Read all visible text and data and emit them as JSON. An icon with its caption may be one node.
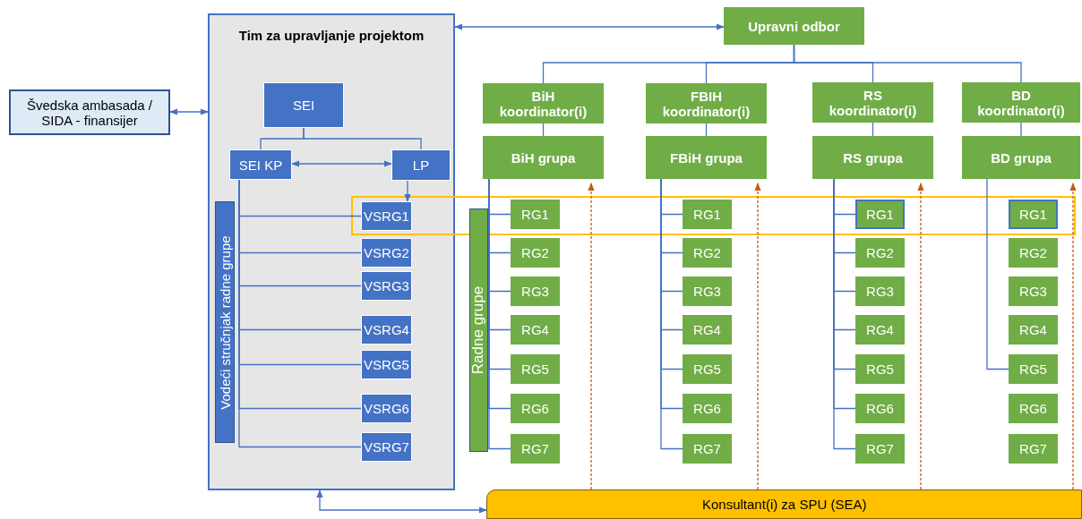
{
  "diagram": {
    "nodes": [
      {
        "text": [
          "Švedska ambasada / SIDA - finansijer"
        ]
      },
      {
        "text": [
          "Tim za upravljanje projektom"
        ]
      },
      {
        "text": [
          "SEI"
        ],
        "in": 1
      },
      {
        "text": [
          "SEI KP"
        ],
        "in": 1
      },
      {
        "text": [
          "LP"
        ],
        "in": 1
      },
      {
        "text": [
          "Vodeći stručnjak radne grupe"
        ],
        "in": 1
      },
      {
        "text": [
          "VSRG1"
        ],
        "in": 1
      },
      {
        "text": [
          "VSRG2"
        ],
        "in": 1
      },
      {
        "text": [
          "VSRG3"
        ],
        "in": 1
      },
      {
        "text": [
          "VSRG4"
        ],
        "in": 1
      },
      {
        "text": [
          "VSRG5"
        ],
        "in": 1
      },
      {
        "text": [
          "VSRG6"
        ],
        "in": 1
      },
      {
        "text": [
          "VSRG7"
        ],
        "in": 1
      },
      {
        "text": [
          "Upravni odbor"
        ]
      },
      {
        "text": [
          "BiH koordinator(i)"
        ]
      },
      {
        "text": [
          "BiH grupa"
        ]
      },
      {
        "text": [
          "FBIH koordinator(i)"
        ]
      },
      {
        "text": [
          "FBiH grupa"
        ]
      },
      {
        "text": [
          "RS koordinator(i)"
        ]
      },
      {
        "text": [
          "RS grupa"
        ]
      },
      {
        "text": [
          "BD koordinator(i)"
        ]
      },
      {
        "text": [
          "BD grupa"
        ]
      },
      {
        "text": [
          "Radne grupe"
        ]
      },
      {
        "text": [
          "RG1"
        ]
      },
      {
        "text": [
          "RG2"
        ]
      },
      {
        "text": [
          "RG3"
        ]
      },
      {
        "text": [
          "RG4"
        ]
      },
      {
        "text": [
          "RG5"
        ]
      },
      {
        "text": [
          "RG6"
        ]
      },
      {
        "text": [
          "RG7"
        ]
      },
      {
        "text": [
          "RG1"
        ]
      },
      {
        "text": [
          "RG2"
        ]
      },
      {
        "text": [
          "RG3"
        ]
      },
      {
        "text": [
          "RG4"
        ]
      },
      {
        "text": [
          "RG5"
        ]
      },
      {
        "text": [
          "RG6"
        ]
      },
      {
        "text": [
          "RG7"
        ]
      },
      {
        "text": [
          "RG1"
        ]
      },
      {
        "text": [
          "RG2"
        ]
      },
      {
        "text": [
          "RG3"
        ]
      },
      {
        "text": [
          "RG4"
        ]
      },
      {
        "text": [
          "RG5"
        ]
      },
      {
        "text": [
          "RG6"
        ]
      },
      {
        "text": [
          "RG7"
        ]
      },
      {
        "text": [
          "RG1"
        ]
      },
      {
        "text": [
          "RG2"
        ]
      },
      {
        "text": [
          "RG3"
        ]
      },
      {
        "text": [
          "RG4"
        ]
      },
      {
        "text": [
          "RG5"
        ]
      },
      {
        "text": [
          "RG6"
        ]
      },
      {
        "text": [
          "RG7"
        ]
      },
      {
        "text": [
          "Konsultant(i) za SPU (SEA)"
        ]
      }
    ],
    "edges": [
      {
        "from": 0,
        "to": 1,
        "arrow": "both"
      },
      {
        "from": 1,
        "to": 13,
        "arrow": "both"
      },
      {
        "from": 1,
        "to": 51,
        "arrow": "both"
      },
      {
        "from": 2,
        "to": 3,
        "arrow": "none"
      },
      {
        "from": 2,
        "to": 4,
        "arrow": "none"
      },
      {
        "from": 3,
        "to": 4,
        "arrow": "both"
      },
      {
        "from": 4,
        "to": 6,
        "arrow": "to"
      },
      {
        "from": 3,
        "to": 6,
        "arrow": "none"
      },
      {
        "from": 3,
        "to": 7,
        "arrow": "none"
      },
      {
        "from": 3,
        "to": 8,
        "arrow": "none"
      },
      {
        "from": 3,
        "to": 9,
        "arrow": "none"
      },
      {
        "from": 3,
        "to": 10,
        "arrow": "none"
      },
      {
        "from": 3,
        "to": 11,
        "arrow": "none"
      },
      {
        "from": 3,
        "to": 12,
        "arrow": "none"
      },
      {
        "from": 13,
        "to": 14,
        "arrow": "none"
      },
      {
        "from": 13,
        "to": 16,
        "arrow": "none"
      },
      {
        "from": 13,
        "to": 18,
        "arrow": "none"
      },
      {
        "from": 13,
        "to": 20,
        "arrow": "none"
      },
      {
        "from": 14,
        "to": 15,
        "arrow": "none"
      },
      {
        "from": 16,
        "to": 17,
        "arrow": "none"
      },
      {
        "from": 18,
        "to": 19,
        "arrow": "none"
      },
      {
        "from": 20,
        "to": 21,
        "arrow": "none"
      },
      {
        "from": 15,
        "to": 23,
        "arrow": "none"
      },
      {
        "from": 15,
        "to": 24,
        "arrow": "none"
      },
      {
        "from": 15,
        "to": 25,
        "arrow": "none"
      },
      {
        "from": 15,
        "to": 26,
        "arrow": "none"
      },
      {
        "from": 15,
        "to": 27,
        "arrow": "none"
      },
      {
        "from": 15,
        "to": 28,
        "arrow": "none"
      },
      {
        "from": 15,
        "to": 29,
        "arrow": "none"
      },
      {
        "from": 17,
        "to": 30,
        "arrow": "none"
      },
      {
        "from": 17,
        "to": 31,
        "arrow": "none"
      },
      {
        "from": 17,
        "to": 32,
        "arrow": "none"
      },
      {
        "from": 17,
        "to": 33,
        "arrow": "none"
      },
      {
        "from": 17,
        "to": 34,
        "arrow": "none"
      },
      {
        "from": 17,
        "to": 35,
        "arrow": "none"
      },
      {
        "from": 17,
        "to": 36,
        "arrow": "none"
      },
      {
        "from": 19,
        "to": 37,
        "arrow": "none"
      },
      {
        "from": 19,
        "to": 38,
        "arrow": "none"
      },
      {
        "from": 19,
        "to": 39,
        "arrow": "none"
      },
      {
        "from": 19,
        "to": 40,
        "arrow": "none"
      },
      {
        "from": 19,
        "to": 41,
        "arrow": "none"
      },
      {
        "from": 19,
        "to": 42,
        "arrow": "none"
      },
      {
        "from": 19,
        "to": 43,
        "arrow": "none"
      },
      {
        "from": 21,
        "to": 48,
        "arrow": "none"
      },
      {
        "from": 51,
        "to": 15,
        "arrow": "to",
        "style": "dashed",
        "color": "#c55a11"
      },
      {
        "from": 51,
        "to": 17,
        "arrow": "to",
        "style": "dashed",
        "color": "#c55a11"
      },
      {
        "from": 51,
        "to": 19,
        "arrow": "to",
        "style": "dashed",
        "color": "#c55a11"
      },
      {
        "from": 51,
        "to": 21,
        "arrow": "to",
        "style": "dashed",
        "color": "#c55a11"
      }
    ]
  }
}
